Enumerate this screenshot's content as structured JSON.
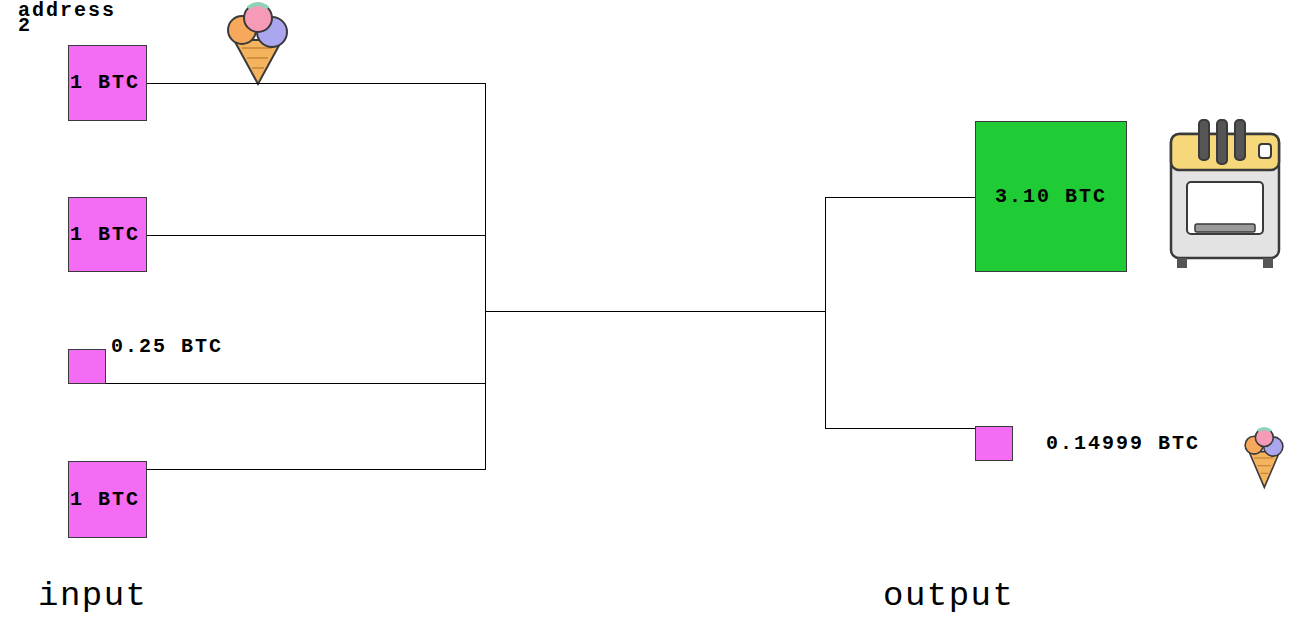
{
  "diagram": {
    "nodes": [
      {
        "text": [
          "1 BTC"
        ]
      },
      {
        "text": [
          "1 BTC"
        ]
      },
      {
        "text": [
          "0.25 BTC"
        ]
      },
      {
        "text": [
          "1 BTC"
        ]
      },
      {
        "text": [
          "3.10 BTC"
        ]
      },
      {
        "text": [
          "0.14999 BTC"
        ]
      }
    ],
    "edges": [
      {
        "from": 0,
        "to": 4,
        "arrow": "none"
      },
      {
        "from": 0,
        "to": 5,
        "arrow": "none"
      },
      {
        "from": 1,
        "to": 4,
        "arrow": "none"
      },
      {
        "from": 1,
        "to": 5,
        "arrow": "none"
      },
      {
        "from": 2,
        "to": 4,
        "arrow": "none"
      },
      {
        "from": 2,
        "to": 5,
        "arrow": "none"
      },
      {
        "from": 3,
        "to": 4,
        "arrow": "none"
      },
      {
        "from": 3,
        "to": 5,
        "arrow": "none"
      }
    ],
    "labels": [
      "address 2",
      "input",
      "output"
    ]
  }
}
